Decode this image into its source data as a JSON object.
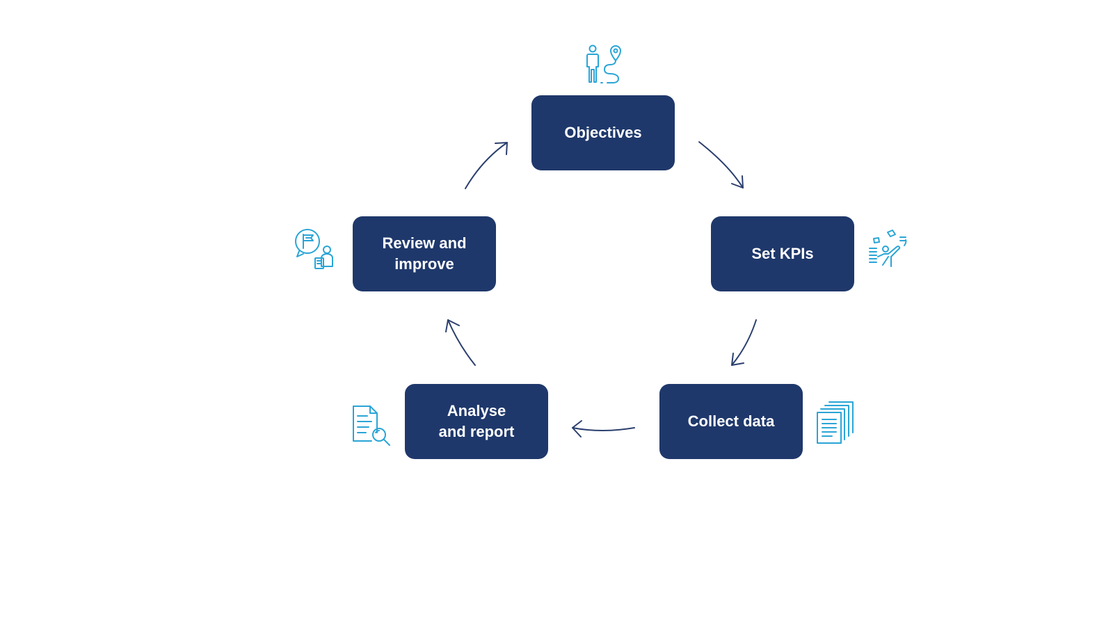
{
  "colors": {
    "box_fill": "#1f386b",
    "box_text": "#ffffff",
    "arrow": "#2b3f6e",
    "icon": "#2aa5d6"
  },
  "steps": [
    {
      "id": "objectives",
      "lines": [
        "Objectives"
      ],
      "icon": "person-route-icon"
    },
    {
      "id": "kpis",
      "lines": [
        "Set KPIs"
      ],
      "icon": "celebrating-person-icon"
    },
    {
      "id": "collect",
      "lines": [
        "Collect data"
      ],
      "icon": "document-stack-icon"
    },
    {
      "id": "analyse",
      "lines": [
        "Analyse",
        "and report"
      ],
      "icon": "document-search-icon"
    },
    {
      "id": "review",
      "lines": [
        "Review and",
        "improve"
      ],
      "icon": "person-feedback-icon"
    }
  ],
  "cycle_arrows": [
    {
      "from": "objectives",
      "to": "kpis"
    },
    {
      "from": "kpis",
      "to": "collect"
    },
    {
      "from": "collect",
      "to": "analyse"
    },
    {
      "from": "analyse",
      "to": "review"
    },
    {
      "from": "review",
      "to": "objectives"
    }
  ]
}
